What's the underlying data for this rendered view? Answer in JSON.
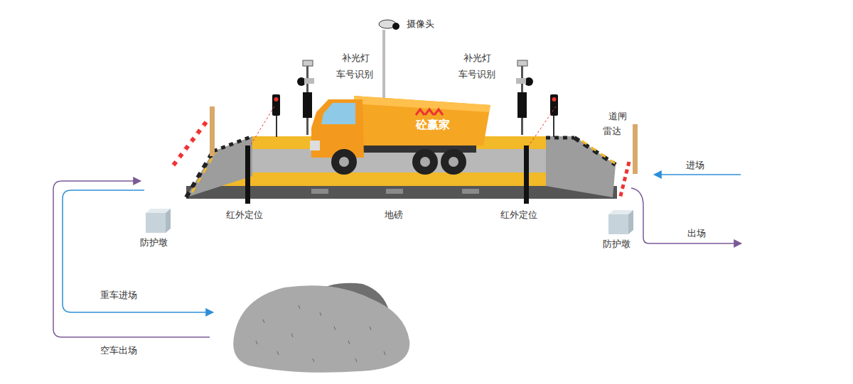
{
  "diagram": {
    "labels": [
      "摄像头",
      "补光灯",
      "车号识别",
      "补光灯",
      "车号识别",
      "道闸",
      "雷达",
      "进场",
      "出场",
      "红外定位",
      "地磅",
      "红外定位",
      "防护墩",
      "防护墩",
      "重车进场",
      "空车出场",
      "砼赢家"
    ]
  }
}
